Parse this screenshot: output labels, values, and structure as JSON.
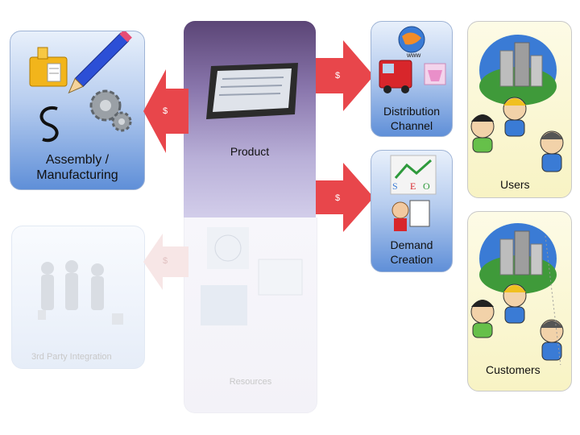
{
  "assembly": {
    "label_line1": "Assembly /",
    "label_line2": "Manufacturing"
  },
  "third_party": {
    "label": "3rd Party Integration"
  },
  "center": {
    "product_label": "Product",
    "resources_label": "Resources"
  },
  "distribution": {
    "label_line1": "Distribution",
    "label_line2": "Channel",
    "www_text": "www"
  },
  "demand": {
    "label_line1": "Demand",
    "label_line2": "Creation"
  },
  "users": {
    "label": "Users"
  },
  "customers": {
    "label": "Customers"
  },
  "arrows": {
    "dollar": "$"
  },
  "colors": {
    "blue_panel": "#5f8fd8",
    "purple_panel": "#5b4576",
    "yellow_panel": "#f8f3c4",
    "arrow_red": "#e8464b"
  }
}
